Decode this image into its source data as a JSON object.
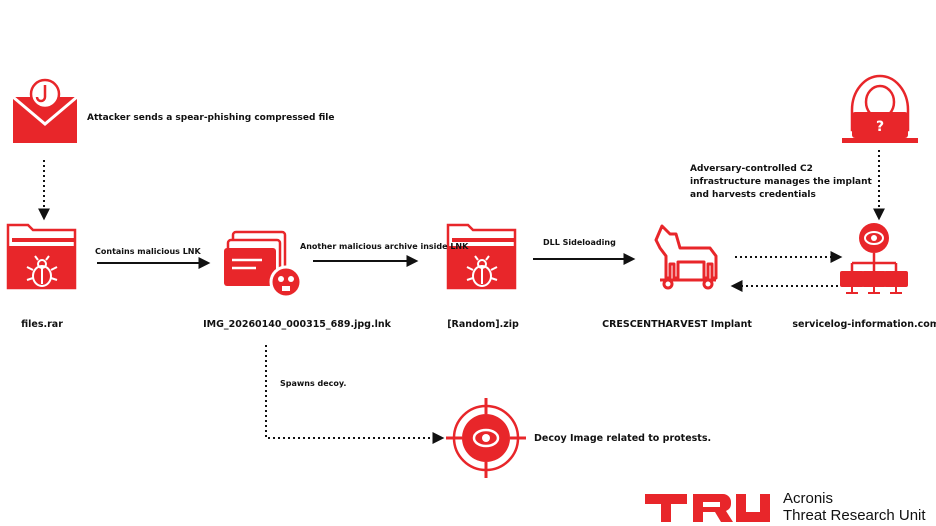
{
  "colors": {
    "accent": "#e8262a",
    "text": "#111111"
  },
  "steps": {
    "email_note": "Attacker sends a spear-phishing compressed file",
    "c2_note": [
      "Adversary-controlled C2",
      "infrastructure manages the implant",
      "and harvests credentials"
    ]
  },
  "nodes": {
    "files_rar": "files.rar",
    "lnk": "IMG_20260140_000315_689.jpg.lnk",
    "zip": "[Random].zip",
    "implant": "CRESCENTHARVEST Implant",
    "c2": "servicelog-information.com",
    "decoy": "Decoy Image related to protests."
  },
  "edges": {
    "rar_to_lnk": "Contains malicious LNK",
    "lnk_to_zip": "Another malicious archive inside LNK",
    "zip_to_implant": "DLL Sideloading",
    "lnk_to_decoy": "Spawns decoy."
  },
  "icons": [
    "phishing-email-icon",
    "hacker-icon",
    "malicious-folder-icon",
    "malicious-lnk-icon",
    "trojan-horse-icon",
    "c2-network-icon",
    "decoy-target-icon"
  ],
  "brand": {
    "line1": "Acronis",
    "line2": "Threat Research Unit"
  }
}
